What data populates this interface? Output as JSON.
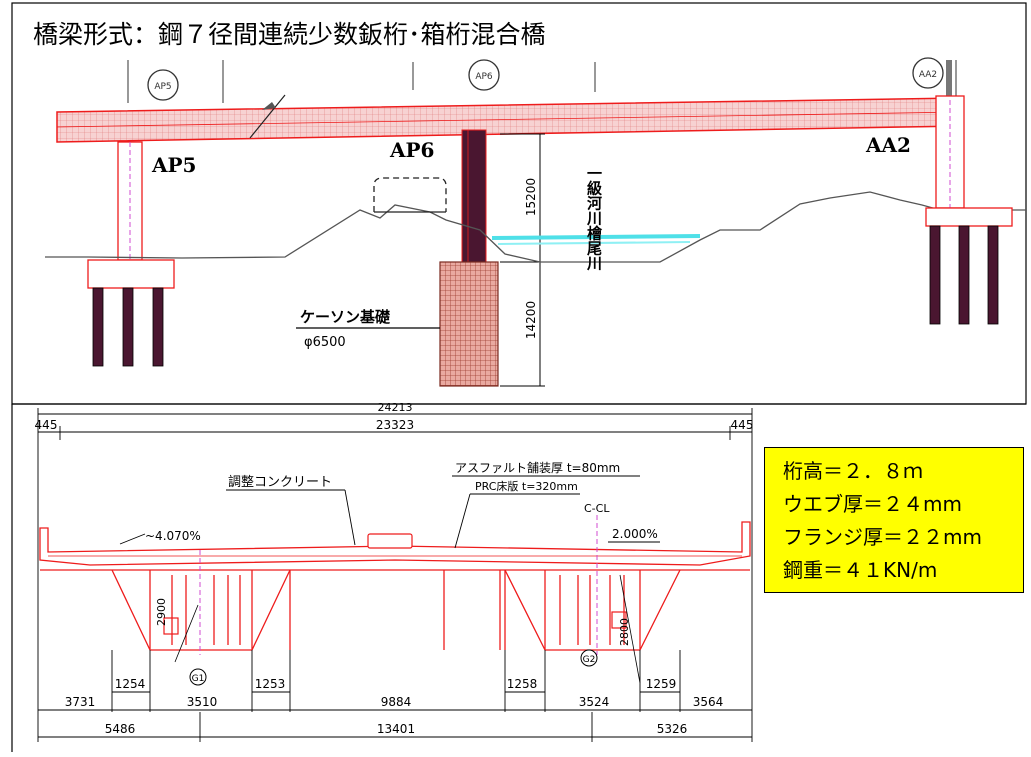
{
  "title": "橋梁形式：鋼７径間連続少数鈑桁･箱桁混合橋",
  "elevation": {
    "piers": {
      "ap5": "AP5",
      "ap6": "AP6",
      "aa2": "AA2"
    },
    "pier_circle_labels": [
      "AP5",
      "AP6",
      "AA2"
    ],
    "heights": [
      "15200",
      "14200"
    ],
    "river_label": "一級河川檜尾川",
    "foundation_label": "ケーソン基礎",
    "foundation_size": "φ6500"
  },
  "section": {
    "dims_top": {
      "overall": "24213",
      "left_edge": "445",
      "center": "23323",
      "right_edge": "445"
    },
    "labels": {
      "leveling_concrete": "調整コンクリート",
      "asphalt": "アスファルト舗装厚 t=80mm",
      "prc_slab": "PRC床版 t=320mm",
      "c_cl": "C-CL",
      "left_slope": "~4.070%",
      "right_slope": "2.000%",
      "web_height_left": "2900",
      "web_height_right": "2800",
      "girder_g1": "G1",
      "girder_g2": "G2"
    },
    "dims_bottom_row1": [
      "1254",
      "1253",
      "1258",
      "1259"
    ],
    "dims_bottom_row2": [
      "3731",
      "3510",
      "9884",
      "3524",
      "3564"
    ],
    "dims_bottom_row3": [
      "5486",
      "13401",
      "5326"
    ]
  },
  "specs": [
    "桁高＝２．８ｍ",
    "ウエブ厚＝２４mm",
    "フランジ厚＝２２mm",
    "鋼重＝４１KN/m"
  ],
  "colors": {
    "deck_fill": "#f6c6c6",
    "structure_red": "#ee1c1c",
    "pier_dark": "#4a1630",
    "water": "#4fe0e8",
    "spec_bg": "#ffff00",
    "cl_line": "#d04bd0"
  }
}
